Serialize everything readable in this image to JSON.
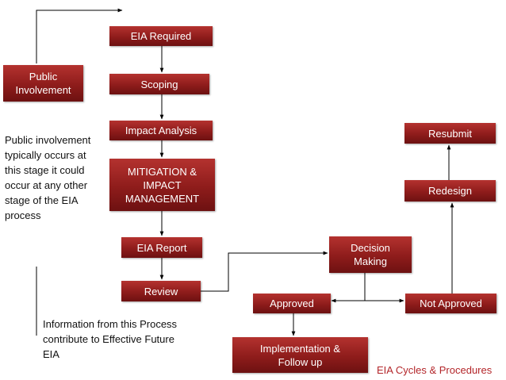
{
  "boxes": {
    "eia_required": "EIA Required",
    "scoping": "Scoping",
    "impact_analysis": "Impact Analysis",
    "mitigation": "MITIGATION &\nIMPACT\nMANAGEMENT",
    "eia_report": "EIA Report",
    "review": "Review",
    "decision_making": "Decision\nMaking",
    "approved": "Approved",
    "not_approved": "Not Approved",
    "implementation": "Implementation &\nFollow up",
    "redesign": "Redesign",
    "resubmit": "Resubmit",
    "public_involvement": "Public\nInvolvement"
  },
  "notes": {
    "public_involvement_note": "Public involvement\ntypically occurs at\nthis stage it could\noccur at any other\nstage of the EIA\nprocess",
    "information_note": "Information from this Process\ncontribute to Effective Future\nEIA"
  },
  "caption": "EIA Cycles & Procedures",
  "colors": {
    "box_fill": "#8e1c1b",
    "box_text": "#ffffff",
    "caption_text": "#b3262a",
    "connector": "#000000"
  }
}
